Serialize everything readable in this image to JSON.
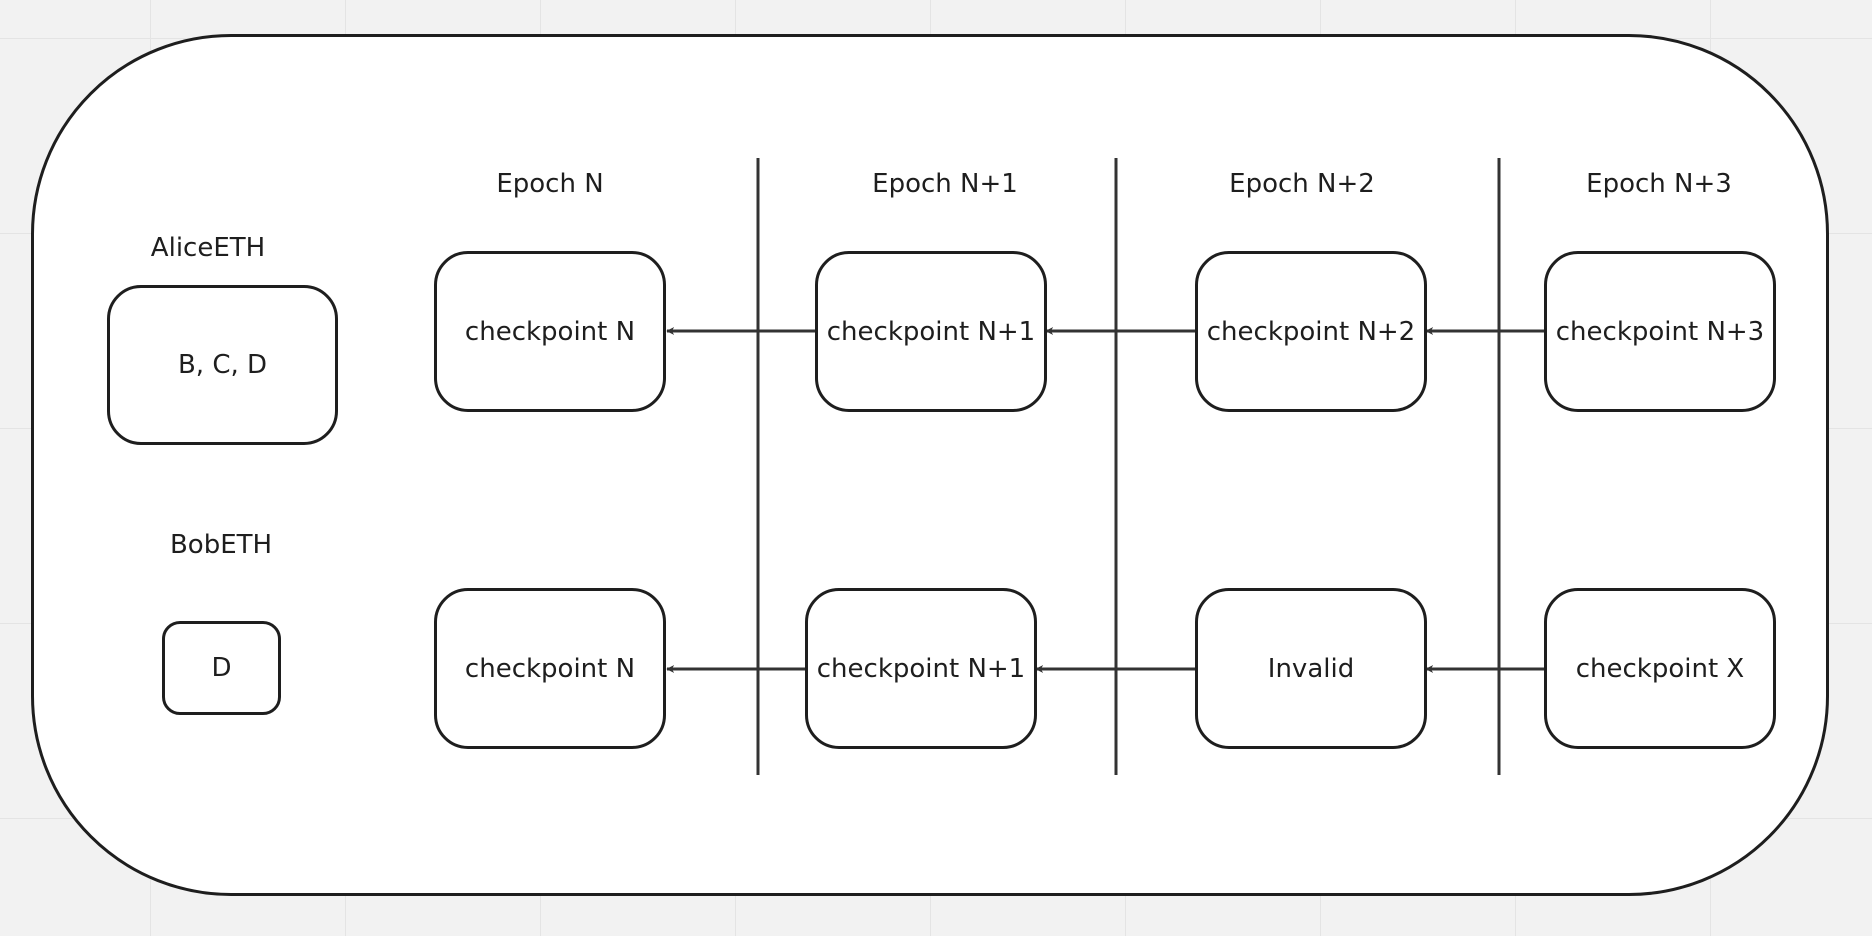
{
  "wallets": [
    {
      "name": "AliceETH",
      "box": "B, C, D"
    },
    {
      "name": "BobETH",
      "box": "D"
    }
  ],
  "epochs": [
    "Epoch N",
    "Epoch N+1",
    "Epoch N+2",
    "Epoch N+3"
  ],
  "alice_chain": [
    "checkpoint N",
    "checkpoint N+1",
    "checkpoint N+2",
    "checkpoint N+3"
  ],
  "bob_chain": [
    "checkpoint N",
    "checkpoint N+1",
    "Invalid",
    "checkpoint X"
  ],
  "colors": {
    "stroke": "#1e1e1e",
    "frame_bg": "#ffffff",
    "canvas_bg": "#f2f2f2"
  }
}
